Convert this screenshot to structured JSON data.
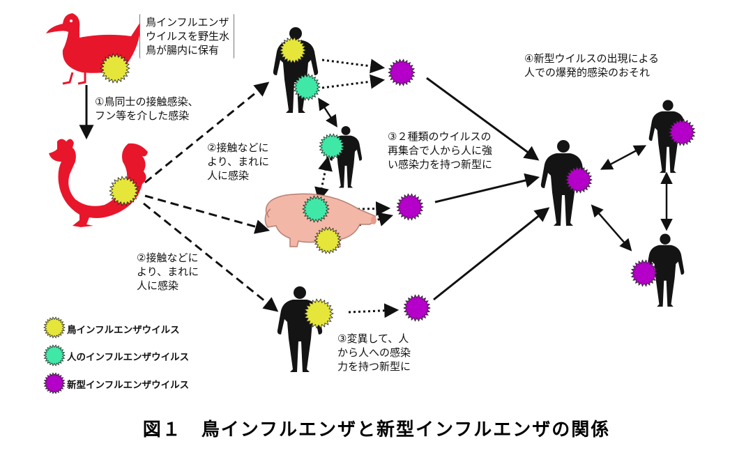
{
  "colors": {
    "bird_virus": "#e6e63a",
    "human_virus": "#40e8a8",
    "new_virus": "#b400c8",
    "bird_body": "#e8162b",
    "pig_body": "#f2b7a6",
    "silhouette": "#141414"
  },
  "icons": [
    "duck-icon",
    "chicken-icon",
    "pig-icon",
    "person-icon",
    "virus-icon"
  ],
  "notes": {
    "reservoir": [
      "鳥インフルエンザ",
      "ウイルスを野生水",
      "鳥が腸内に保有"
    ],
    "step1": [
      "①鳥同士の接触感染、",
      "フン等を介した感染"
    ],
    "step2_upper": [
      "②接触などに",
      "より、まれに",
      "人に感染"
    ],
    "step2_lower": [
      "②接触などに",
      "より、まれに",
      "人に感染"
    ],
    "step3_reassort": [
      "③２種類のウイルスの",
      "再集合で人から人に強",
      "い感染力を持つ新型に"
    ],
    "step3_mutate": [
      "③変異して、人",
      "から人への感染",
      "力を持つ新型に"
    ],
    "step4": [
      "④新型ウイルスの出現による",
      "人での爆発的感染のおそれ"
    ]
  },
  "legend": [
    {
      "label": "鳥インフルエンザウイルス",
      "type": "bird"
    },
    {
      "label": "人のインフルエンザウイルス",
      "type": "human"
    },
    {
      "label": "新型インフルエンザウイルス",
      "type": "new"
    }
  ],
  "figure_title": "図１　鳥インフルエンザと新型インフルエンザの関係"
}
